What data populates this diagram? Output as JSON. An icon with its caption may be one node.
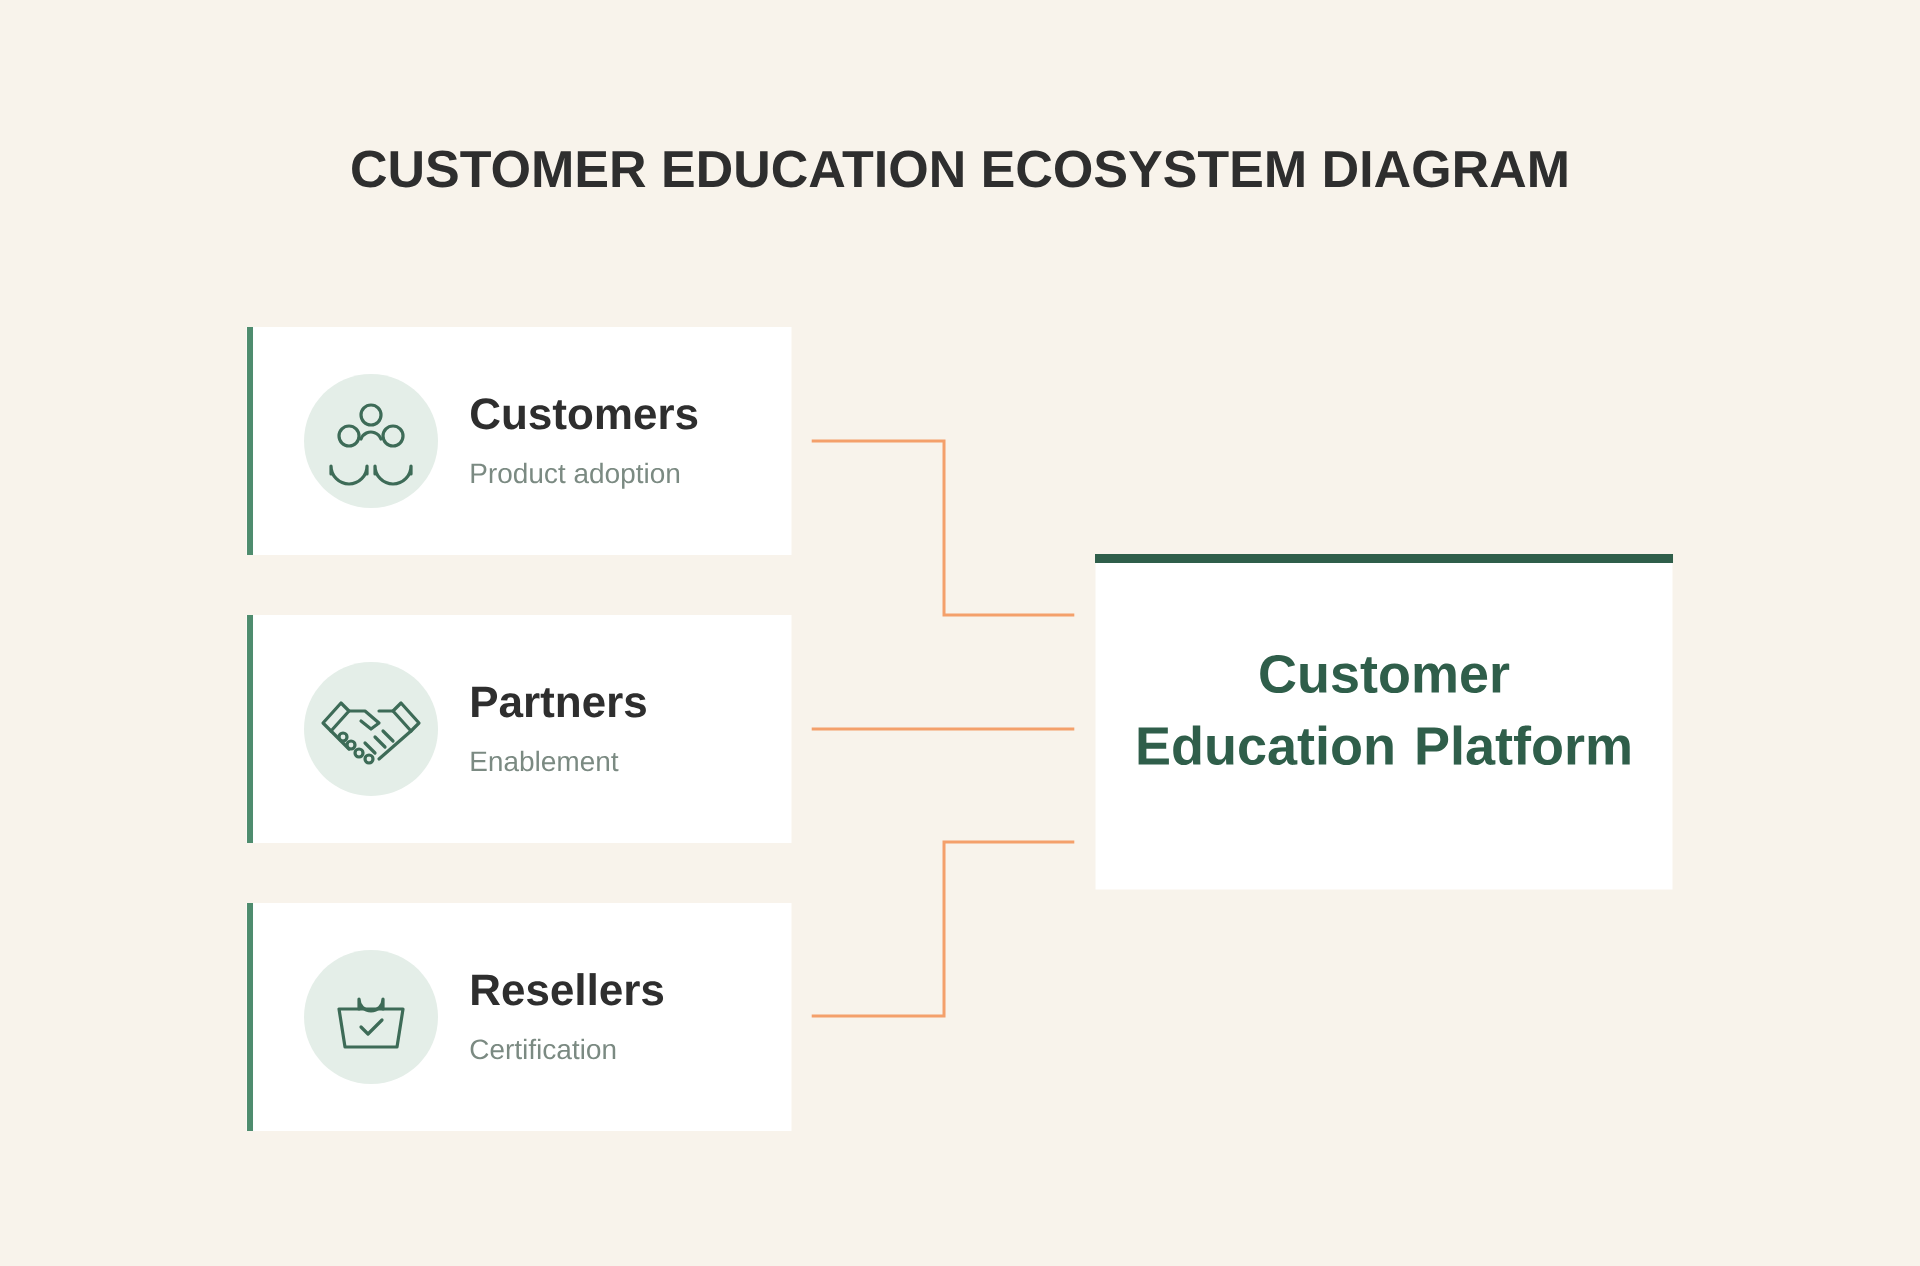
{
  "diagram": {
    "title": "CUSTOMER EDUCATION ECOSYSTEM DIAGRAM",
    "nodes": [
      {
        "text": [
          "Customers",
          "Product adoption"
        ]
      },
      {
        "text": [
          "Partners",
          "Enablement"
        ]
      },
      {
        "text": [
          "Resellers",
          "Certification"
        ]
      },
      {
        "text": [
          "Customer Education Platform"
        ]
      }
    ],
    "edges": [
      {
        "from": 0,
        "to": 3,
        "arrow": "none"
      },
      {
        "from": 1,
        "to": 3,
        "arrow": "none"
      },
      {
        "from": 2,
        "to": 3,
        "arrow": "none"
      }
    ]
  }
}
